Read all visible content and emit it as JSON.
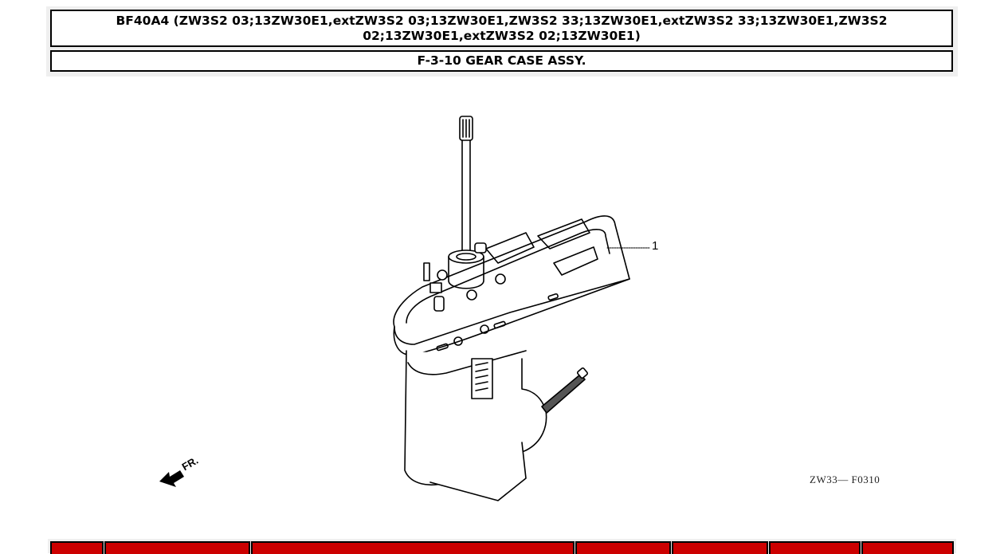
{
  "header": {
    "model_title": "BF40A4 (ZW3S2 03;13ZW30E1,extZW3S2 03;13ZW30E1,ZW3S2 33;13ZW30E1,extZW3S2 33;13ZW30E1,ZW3S2 02;13ZW30E1,extZW3S2 02;13ZW30E1)",
    "section_title": "F-3-10 GEAR CASE ASSY."
  },
  "diagram": {
    "subject": "gear-case-assembly",
    "callouts": [
      {
        "number": "1",
        "part": "gear case"
      }
    ],
    "front_indicator": "FR.",
    "figure_code": "ZW33— F0310"
  },
  "parts_table": {
    "header_color": "#cc0000",
    "columns": [
      "",
      "",
      "",
      "",
      "",
      "",
      ""
    ]
  }
}
